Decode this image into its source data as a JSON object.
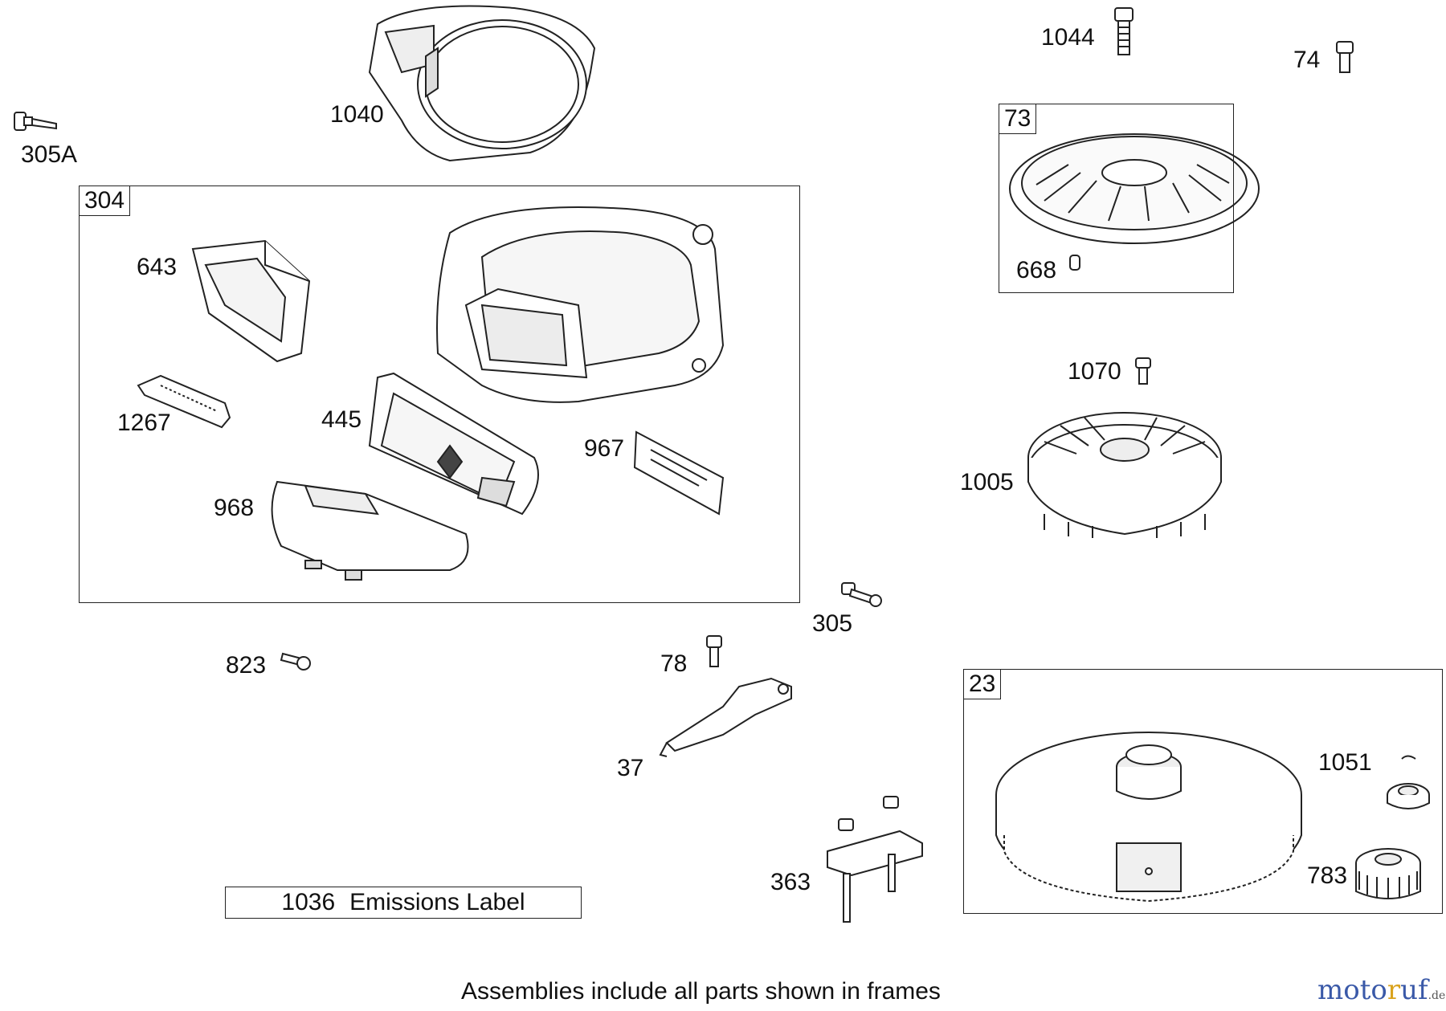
{
  "frames": [
    {
      "id": "304",
      "label": "304"
    },
    {
      "id": "73",
      "label": "73"
    },
    {
      "id": "23",
      "label": "23"
    }
  ],
  "callouts": {
    "p305A": "305A",
    "p1040": "1040",
    "p1044": "1044",
    "p74": "74",
    "p643": "643",
    "p1267": "1267",
    "p445": "445",
    "p967": "967",
    "p968": "968",
    "p668": "668",
    "p1070": "1070",
    "p1005": "1005",
    "p305": "305",
    "p823": "823",
    "p78": "78",
    "p37": "37",
    "p363": "363",
    "p1051": "1051",
    "p783": "783"
  },
  "emissions_label": {
    "number": "1036",
    "text": "Emissions Label"
  },
  "footer_note": "Assemblies include all parts shown in frames",
  "watermark": {
    "part1": "moto",
    "part2": "r",
    "part3": "uf",
    "suffix": ".de"
  },
  "colors": {
    "line": "#222222",
    "fill": "#ffffff",
    "shade": "#e6e6e6",
    "brand_blue": "#3a59a8",
    "brand_gold": "#d9a21c"
  }
}
